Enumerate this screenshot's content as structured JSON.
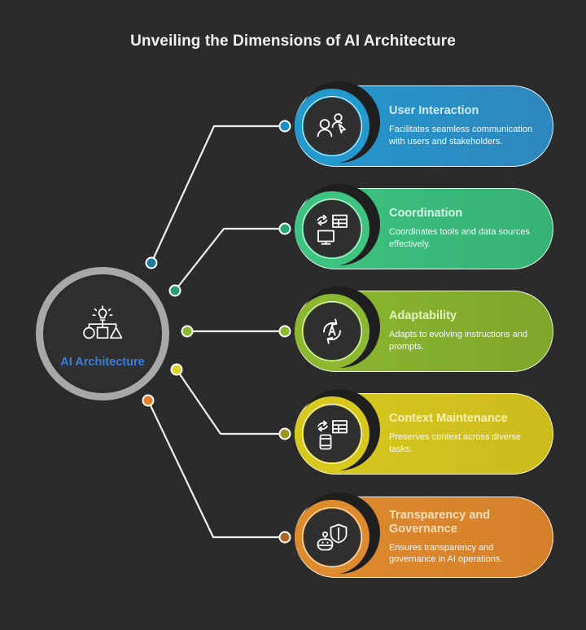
{
  "page": {
    "title": "Unveiling the Dimensions of AI Architecture",
    "background_color": "#2b2b2b"
  },
  "hub": {
    "label": "AI Architecture",
    "label_color": "#3b7ddd",
    "ring_color": "#a8a8a8",
    "icon": "ai-architecture-hierarchy-icon"
  },
  "cards": [
    {
      "title": "User Interaction",
      "description": "Facilitates seamless communication with users and stakeholders.",
      "color": "#2399ce",
      "color_end": "#2f87bd",
      "title_color": "#cfeaf7",
      "icon": "users-cursor-icon",
      "dot_color": "#1b8fc4"
    },
    {
      "title": "Coordination",
      "description": "Coordinates tools and data sources effectively.",
      "color": "#3fc380",
      "color_end": "#36b174",
      "title_color": "#d6f5e6",
      "icon": "monitor-table-sync-icon",
      "dot_color": "#2aa86f"
    },
    {
      "title": "Adaptability",
      "description": "Adapts to evolving instructions and prompts.",
      "color": "#8cb82f",
      "color_end": "#7ea62c",
      "title_color": "#e4f3bd",
      "icon": "adaptive-refresh-a-icon",
      "dot_color": "#8cb82f"
    },
    {
      "title": "Context Maintenance",
      "description": "Preserves context across diverse tasks.",
      "color": "#d8c81e",
      "color_end": "#ccbb1c",
      "title_color": "#f6f0b4",
      "icon": "phone-table-transfer-icon",
      "dot_color": "#9c9520"
    },
    {
      "title": "Transparency and Governance",
      "description": "Ensures transparency and governance in AI operations.",
      "color": "#de8b2e",
      "color_end": "#d4802a",
      "title_color": "#f7ddbb",
      "icon": "robot-shield-icon",
      "dot_color": "#b0682a"
    }
  ],
  "connectors": {
    "line_color": "#f0f0f0",
    "hub_dots": [
      {
        "color": "#1f7a9c"
      },
      {
        "color": "#2b9d76"
      },
      {
        "color": "#8cb82f"
      },
      {
        "color": "#e0d32a"
      },
      {
        "color": "#e2822c"
      }
    ]
  }
}
